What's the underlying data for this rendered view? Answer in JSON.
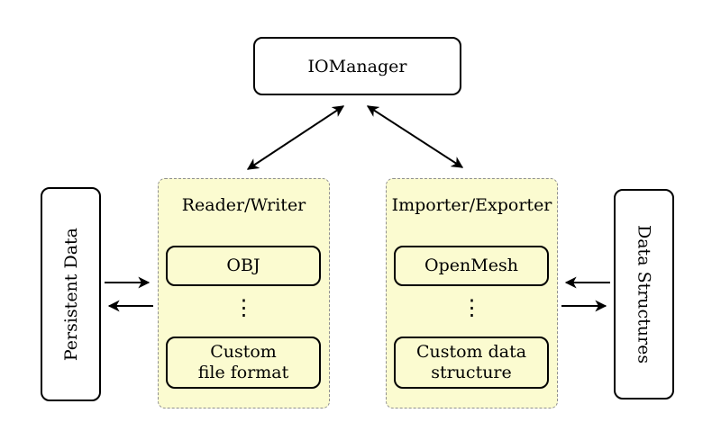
{
  "colors": {
    "container_fill": "#FBFBD0",
    "container_border": "#909090",
    "node_border": "#000000",
    "arrow": "#000000",
    "background": "#FFFFFF"
  },
  "nodes": {
    "iomanager": {
      "label": "IOManager"
    },
    "persistent_data": {
      "label": "Persistent Data"
    },
    "data_structures": {
      "label": "Data Structures"
    },
    "reader_writer": {
      "title": "Reader/Writer",
      "item1": "OBJ",
      "dots": "⋮",
      "item2_line1": "Custom",
      "item2_line2": "file format"
    },
    "importer_exporter": {
      "title": "Importer/Exporter",
      "item1": "OpenMesh",
      "dots": "⋮",
      "item2_line1": "Custom data",
      "item2_line2": "structure"
    }
  }
}
